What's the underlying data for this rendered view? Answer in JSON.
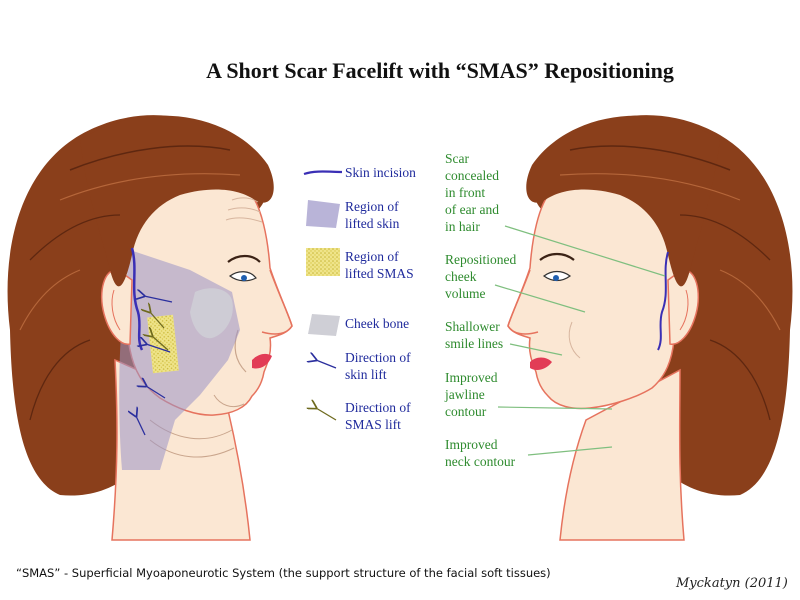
{
  "title": "A Short Scar Facelift with “SMAS” Repositioning",
  "legend": [
    {
      "label": "Skin incision"
    },
    {
      "label": "Region of\nlifted skin"
    },
    {
      "label": "Region of\nlifted SMAS"
    },
    {
      "label": "Cheek bone"
    },
    {
      "label": "Direction of\nskin lift"
    },
    {
      "label": "Direction of\nSMAS lift"
    }
  ],
  "annotations": [
    {
      "label": "Scar\nconcealed\nin front\nof ear and\nin hair"
    },
    {
      "label": "Repositioned\ncheek\nvolume"
    },
    {
      "label": "Shallower\nsmile lines"
    },
    {
      "label": "Improved\njawline\ncontour"
    },
    {
      "label": "Improved\nneck contour"
    }
  ],
  "footnote": "“SMAS” -  Superficial Myoaponeurotic System (the support structure of the facial soft tissues)",
  "signature": "Myckatyn (2011)",
  "colors": {
    "hair": "#8a3f1b",
    "hair_dark": "#5e2710",
    "skin": "#fbe7d3",
    "skin_outline": "#e6735e",
    "lips": "#e23c56",
    "incision": "#3a2fb5",
    "skin_region": "#9b94c7",
    "smas_region": "#e3d35f",
    "cheek_bone": "#cfcfd6",
    "skin_arrow": "#2b2f9e",
    "smas_arrow": "#6e6a1e",
    "legend_text": "#1f2a9c",
    "annotation_text": "#2e8b2e",
    "annotation_line": "#7fbf7f"
  }
}
